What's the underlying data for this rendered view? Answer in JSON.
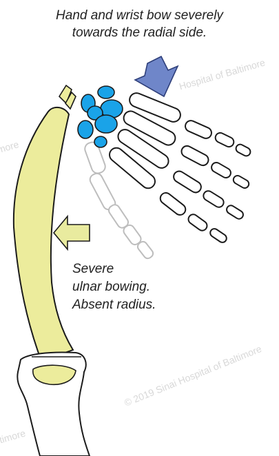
{
  "top_caption": {
    "line1": "Hand and wrist bow severely",
    "line2": "towards the radial side."
  },
  "side_caption": {
    "line1": "Severe",
    "line2": "ulnar bowing.",
    "line3": "Absent radius."
  },
  "watermarks": {
    "top_right": "Hospital of Baltimore",
    "bottom_right": "© 2019 Sinai Hospital of Baltimore",
    "left_mid": "more",
    "left_bottom": "ltimore"
  },
  "colors": {
    "ulna_fill": "#ecec9c",
    "carpal_fill": "#1aa3e8",
    "arrow_blue": "#6f86c9",
    "arrow_yellow": "#e9eb9f",
    "bone_outline": "#1b1b1b",
    "faded_bone": "#bdbdbd"
  }
}
